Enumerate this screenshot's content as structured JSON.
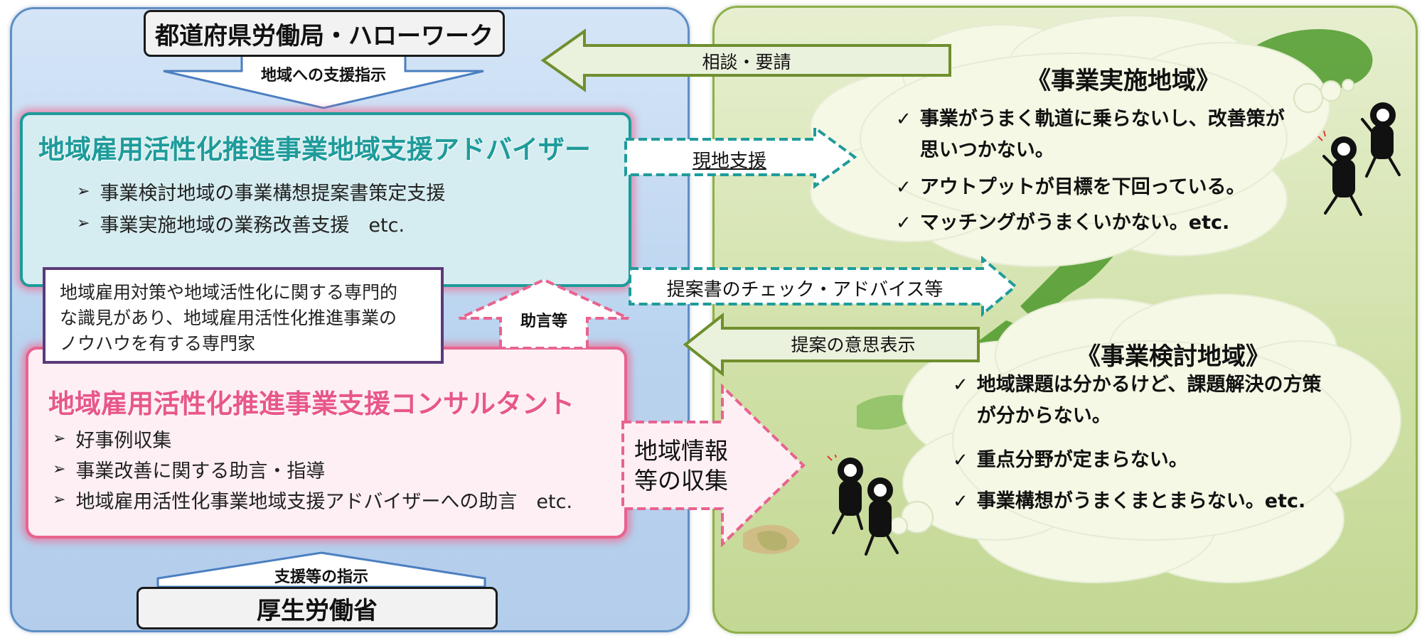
{
  "top_box": {
    "title": "都道府県労働局・ハローワーク",
    "arrow_label": "地域への支援指示"
  },
  "bottom_box": {
    "title": "厚生労働省",
    "arrow_label": "支援等の指示"
  },
  "advisor": {
    "title": "地域雇用活性化推進事業地域支援アドバイザー",
    "items": [
      "事業検討地域の事業構想提案書策定支援",
      "事業実施地域の業務改善支援　etc."
    ]
  },
  "expert_note": {
    "lines": [
      "地域雇用対策や地域活性化に関する専門的",
      "な識見があり、地域雇用活性化推進事業の",
      "ノウハウを有する専門家"
    ]
  },
  "advice_arrow": {
    "label": "助言等"
  },
  "consultant": {
    "title": "地域雇用活性化推進事業支援コンサルタント",
    "items": [
      "好事例収集",
      "事業改善に関する助言・指導",
      "地域雇用活性化事業地域支援アドバイザーへの助言　etc."
    ]
  },
  "arrows": {
    "consult_request": "相談・要請",
    "onsite_support": "現地支援",
    "proposal_check": "提案書のチェック・アドバイス等",
    "proposal_intent": "提案の意思表示",
    "info_collection": [
      "地域情報",
      "等の収集"
    ]
  },
  "implementation_area": {
    "title": "《事業実施地域》",
    "items": [
      {
        "lines": [
          "事業がうまく軌道に乗らないし、改善策が",
          "思いつかない。"
        ]
      },
      {
        "lines": [
          "アウトプットが目標を下回っている。"
        ]
      },
      {
        "lines": [
          "マッチングがうまくいかない。etc."
        ]
      }
    ]
  },
  "study_area": {
    "title": "《事業検討地域》",
    "items": [
      {
        "lines": [
          "地域課題は分かるけど、課題解決の方策",
          "が分からない。"
        ]
      },
      {
        "lines": [
          "重点分野が定まらない。"
        ]
      },
      {
        "lines": [
          "事業構想がうまくまとまらない。etc."
        ]
      }
    ]
  },
  "colors": {
    "left_panel": "#bdd6f0",
    "right_panel": "#cfe0a6",
    "teal": "#1a9a9a",
    "pink": "#e8638f",
    "green_arrow": "#6f8f2e",
    "map_green": "#4e9a2c"
  }
}
